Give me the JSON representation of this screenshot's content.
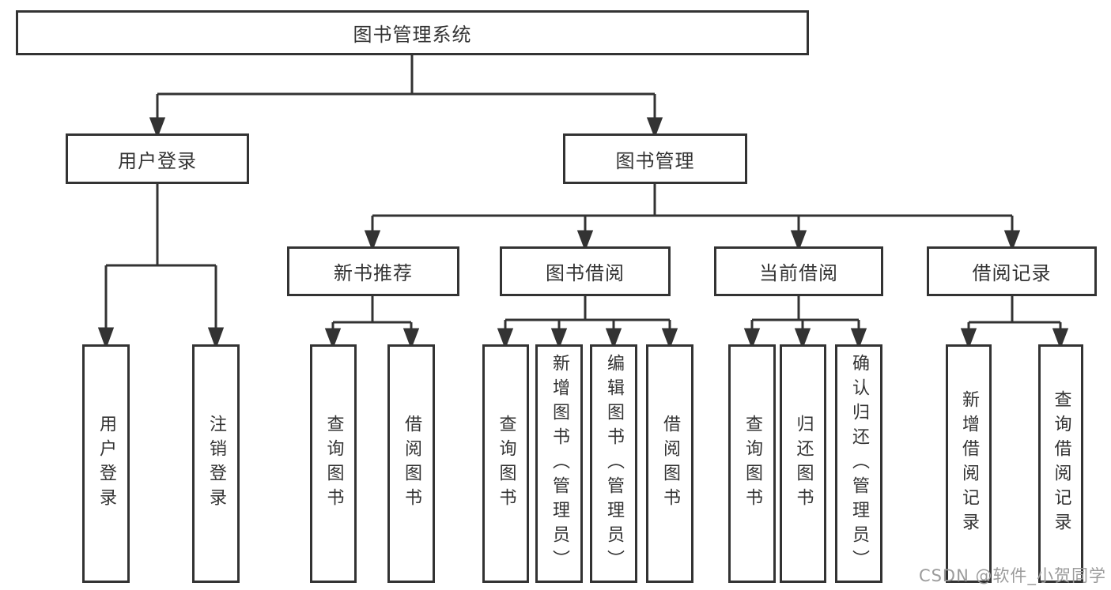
{
  "diagram": {
    "title": "图书管理系统",
    "root": {
      "id": "library-system",
      "label": "图书管理系统"
    },
    "level2": [
      {
        "id": "user-login",
        "parent": "library-system",
        "label": "用户登录"
      },
      {
        "id": "book-management",
        "parent": "library-system",
        "label": "图书管理"
      }
    ],
    "level3": [
      {
        "id": "new-book-recommendation",
        "parent": "book-management",
        "label": "新书推荐"
      },
      {
        "id": "book-borrowing",
        "parent": "book-management",
        "label": "图书借阅"
      },
      {
        "id": "current-borrowing",
        "parent": "book-management",
        "label": "当前借阅"
      },
      {
        "id": "borrowing-records",
        "parent": "book-management",
        "label": "借阅记录"
      }
    ],
    "leaves": [
      {
        "id": "user-login-leaf",
        "parent": "user-login",
        "label": "用户登录"
      },
      {
        "id": "logout",
        "parent": "user-login",
        "label": "注销登录"
      },
      {
        "id": "query-books-recommend",
        "parent": "new-book-recommendation",
        "label": "查询图书"
      },
      {
        "id": "borrow-books-recommend",
        "parent": "new-book-recommendation",
        "label": "借阅图书"
      },
      {
        "id": "query-books-borrowing",
        "parent": "book-borrowing",
        "label": "查询图书"
      },
      {
        "id": "add-books-admin",
        "parent": "book-borrowing",
        "label": "新增图书（管理员）"
      },
      {
        "id": "edit-books-admin",
        "parent": "book-borrowing",
        "label": "编辑图书（管理员）"
      },
      {
        "id": "borrow-books",
        "parent": "book-borrowing",
        "label": "借阅图书"
      },
      {
        "id": "query-books-current",
        "parent": "current-borrowing",
        "label": "查询图书"
      },
      {
        "id": "return-books",
        "parent": "current-borrowing",
        "label": "归还图书"
      },
      {
        "id": "confirm-return-admin",
        "parent": "current-borrowing",
        "label": "确认归还（管理员）"
      },
      {
        "id": "add-borrow-record",
        "parent": "borrowing-records",
        "label": "新增借阅记录"
      },
      {
        "id": "query-borrow-record",
        "parent": "borrowing-records",
        "label": "查询借阅记录"
      }
    ]
  },
  "watermark": {
    "text": "CSDN @软件_小贺同学",
    "color": "#9b9b9b"
  },
  "colors": {
    "line": "#333333",
    "box_border": "#333333",
    "box_fill": "#ffffff",
    "text": "#333333",
    "background": "#ffffff"
  }
}
